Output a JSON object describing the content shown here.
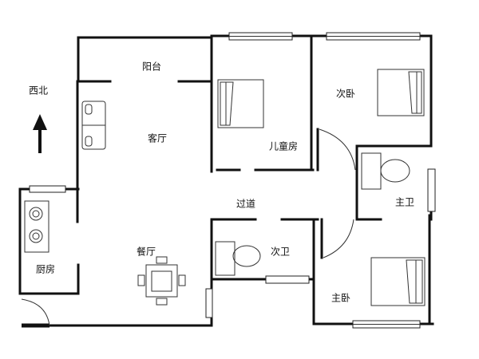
{
  "compass": {
    "label": "西北",
    "icon": "north-arrow-icon"
  },
  "rooms": {
    "balcony": "阳台",
    "living_room": "客厅",
    "children_room": "儿童房",
    "second_bedroom": "次卧",
    "master_bathroom": "主卫",
    "corridor": "过道",
    "second_bathroom": "次卫",
    "dining_room": "餐厅",
    "kitchen": "厨房",
    "master_bedroom": "主卧"
  },
  "colors": {
    "wall": "#111111",
    "background": "#ffffff"
  }
}
